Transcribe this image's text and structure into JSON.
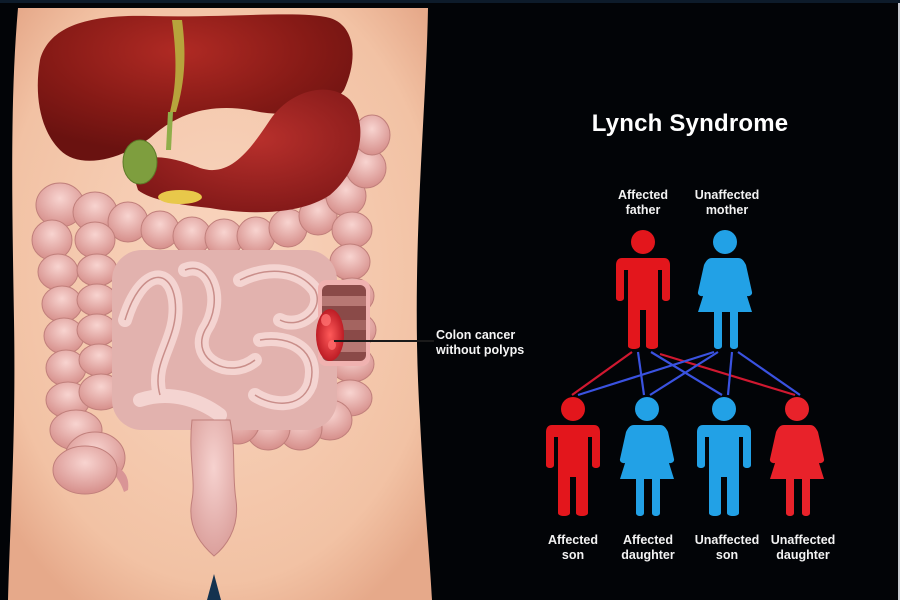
{
  "title": "Lynch Syndrome",
  "callout": {
    "line1": "Colon cancer",
    "line2": "without polyps"
  },
  "colors": {
    "affected": "#e3161c",
    "unaffected": "#22a1e6",
    "background": "#000000",
    "skin": "#f5c9ae",
    "liver": "#8c1a16",
    "gallbladder": "#7a9a3a",
    "intestine": "#e5b3b0",
    "tumor": "#d8202a",
    "inheritance_line_red": "#d01830",
    "inheritance_line_blue": "#3a52e0"
  },
  "parents": [
    {
      "label_line1": "Affected",
      "label_line2": "father",
      "status": "affected",
      "sex": "male"
    },
    {
      "label_line1": "Unaffected",
      "label_line2": "mother",
      "status": "unaffected",
      "sex": "female"
    }
  ],
  "children": [
    {
      "label_line1": "Affected",
      "label_line2": "son",
      "status": "affected",
      "sex": "male"
    },
    {
      "label_line1": "Affected",
      "label_line2": "daughter",
      "status": "unaffected-color",
      "sex": "female"
    },
    {
      "label_line1": "Unaffected",
      "label_line2": "son",
      "status": "unaffected",
      "sex": "male"
    },
    {
      "label_line1": "Unaffected",
      "label_line2": "daughter",
      "status": "affected-color",
      "sex": "female"
    }
  ],
  "anatomy_labels": [
    "liver",
    "gallbladder",
    "stomach",
    "pancreas",
    "large intestine",
    "small intestine",
    "appendix",
    "rectum",
    "tumor"
  ]
}
